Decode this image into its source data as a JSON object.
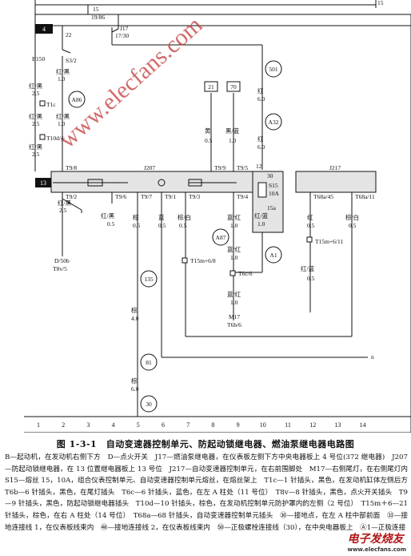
{
  "header": {
    "wire_15_top": "15",
    "wire_15_left": "15",
    "wire_19_86": "19/86",
    "j17": "J17",
    "j17_pin": "17/30",
    "box4": "4",
    "pin22": "22",
    "box13": "13"
  },
  "left_column": {
    "b150": "B150",
    "s3_2": "S3/2",
    "w1_color": "红/黑",
    "w1_size": "2.5",
    "t1c": "T1c",
    "w2_color": "红/黑",
    "w2_size": "2.5",
    "t10d": "T10d/4",
    "w3_color": "红/黑",
    "w3_size": "2.5",
    "w4_color": "红/黑",
    "w4_size": "1.0",
    "a86": "A86",
    "w5_color": "红/黑",
    "w5_size": "1.0",
    "t9_8": "T9/8",
    "t9_2": "T9/2",
    "t9_6": "T9/6",
    "w6_color": "红/黑",
    "w6_size": "2.5",
    "d50b": "D/50b",
    "t8v5": "T8v/5",
    "w7_color": "红/黑",
    "w7_size": "0.5"
  },
  "j207": {
    "label": "J207",
    "t9_9": "T9/9",
    "t9_5": "T9/5",
    "t9_7": "T9/7",
    "t9_1": "T9/1",
    "t9_3": "T9/3",
    "t9_4": "T9/4",
    "box21": "21",
    "box70": "70",
    "w21_color": "黄",
    "w21_size": "0.5",
    "w70_color": "黑/蓝",
    "w70_size": "1.0",
    "o1_color": "棕",
    "o1_size": "0.5",
    "o2_color": "蓝",
    "o2_size": "0.5",
    "o3_color": "棕/白",
    "o3_size": "0.5",
    "o4_color": "蓝/红",
    "o4_size": "1.0",
    "t15m6_8": "T15m+6/8",
    "a87": "A87",
    "o5_color": "蓝/红",
    "o5_size": "1.0",
    "t6c6": "T6c/6",
    "o6_color": "蓝/红",
    "o6_size": "1.0",
    "m17": "M17",
    "t6b6": "T6b/6",
    "n135": "135",
    "w135_color": "棕",
    "w135_size": "4.0",
    "n81": "81",
    "w81_color": "棕",
    "w81_size": "6.0",
    "n30": "30"
  },
  "fuse": {
    "n501": "501",
    "w501_color": "红",
    "w501_size": "6.0",
    "a32": "A32",
    "wa32_color": "红",
    "wa32_size": "6.0",
    "pin12": "12",
    "pin30": "30",
    "s15": "S15",
    "amp": "10A",
    "pin15a": "15a",
    "out_color": "红/蓝",
    "out_size": "1.0",
    "a1": "A1"
  },
  "j217": {
    "label": "J217",
    "t68_45": "T68a/45",
    "t68_11": "T68a/11",
    "w45_color": "红",
    "w45_size": "0.5",
    "t15m6_11": "T15m+6/11",
    "w45b_color": "红/蓝",
    "w45b_size": "0.5",
    "w11_color": "棕/白",
    "w11_size": "0.5",
    "n_label": "n"
  },
  "grid": [
    "1",
    "2",
    "3",
    "4",
    "5",
    "6",
    "7",
    "8",
    "9",
    "10",
    "11",
    "12",
    "13",
    "14"
  ],
  "watermark": "www.elecfans.com",
  "caption": {
    "title": "图 1-3-1　自动变速器控制单元、防起动锁继电器、燃油泵继电器电路图",
    "legend": "B—起动机，在发动机右侧下方　D—点火开关　J17—燃油泵继电器，在仪表板左侧下方中央电器板上 4 号位(372 继电器)　J207—防起动锁继电器，在 13 位置继电器板上 13 号位　J217—自动变速器控制单元，在右前围脚处　M17—右侧尾灯，在右侧尾灯内　S15—熔丝 15，10A，组合仪表控制单元、自动变速器控制单元熔丝，在熔丝架上　T1c—1 针插头，黑色，在发动机缸体左侧后方　T6b—6 针插头，黑色，在尾灯插头　T6c—6 针插头，蓝色，在左 A 柱处（11 号位）　T8v—8 针插头，黑色，点火开关插头　T9—9 针插头，黑色，防起动锁继电器插头　T10d—10 针插头，棕色，在发动机控制单元防护罩内的左侧（2 号位）　T15m＋6—21 针插头，棕色，在右 A 柱处（14 号位）　T68a—68 针插头，自动变速器控制单元插头　㉚—接地点，在左 A 柱中部前面　㉝—接地连接线 1，在仪表板线束内　㊽—接地连接线 2，在仪表板线束内　㊿—正极螺栓连接线（30），在中央电器板上　Ⓐ1—正极连接"
  },
  "corner_logo": {
    "text": "电子发烧友",
    "sub": "www.elecfans.com"
  }
}
